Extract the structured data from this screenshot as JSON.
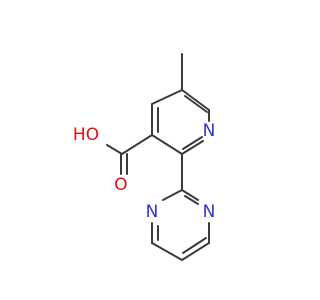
{
  "molecule": {
    "atom_labels": {
      "pyridine_n": "N",
      "pyrimidine_n_top": "N",
      "pyrimidine_n_bottom": "N",
      "carbonyl_o": "O",
      "hydroxyl": "HO"
    },
    "colors": {
      "bond": "#3b3b3b",
      "nitrogen": "#3030e0",
      "oxygen": "#e01010",
      "background": "#ffffff"
    }
  }
}
